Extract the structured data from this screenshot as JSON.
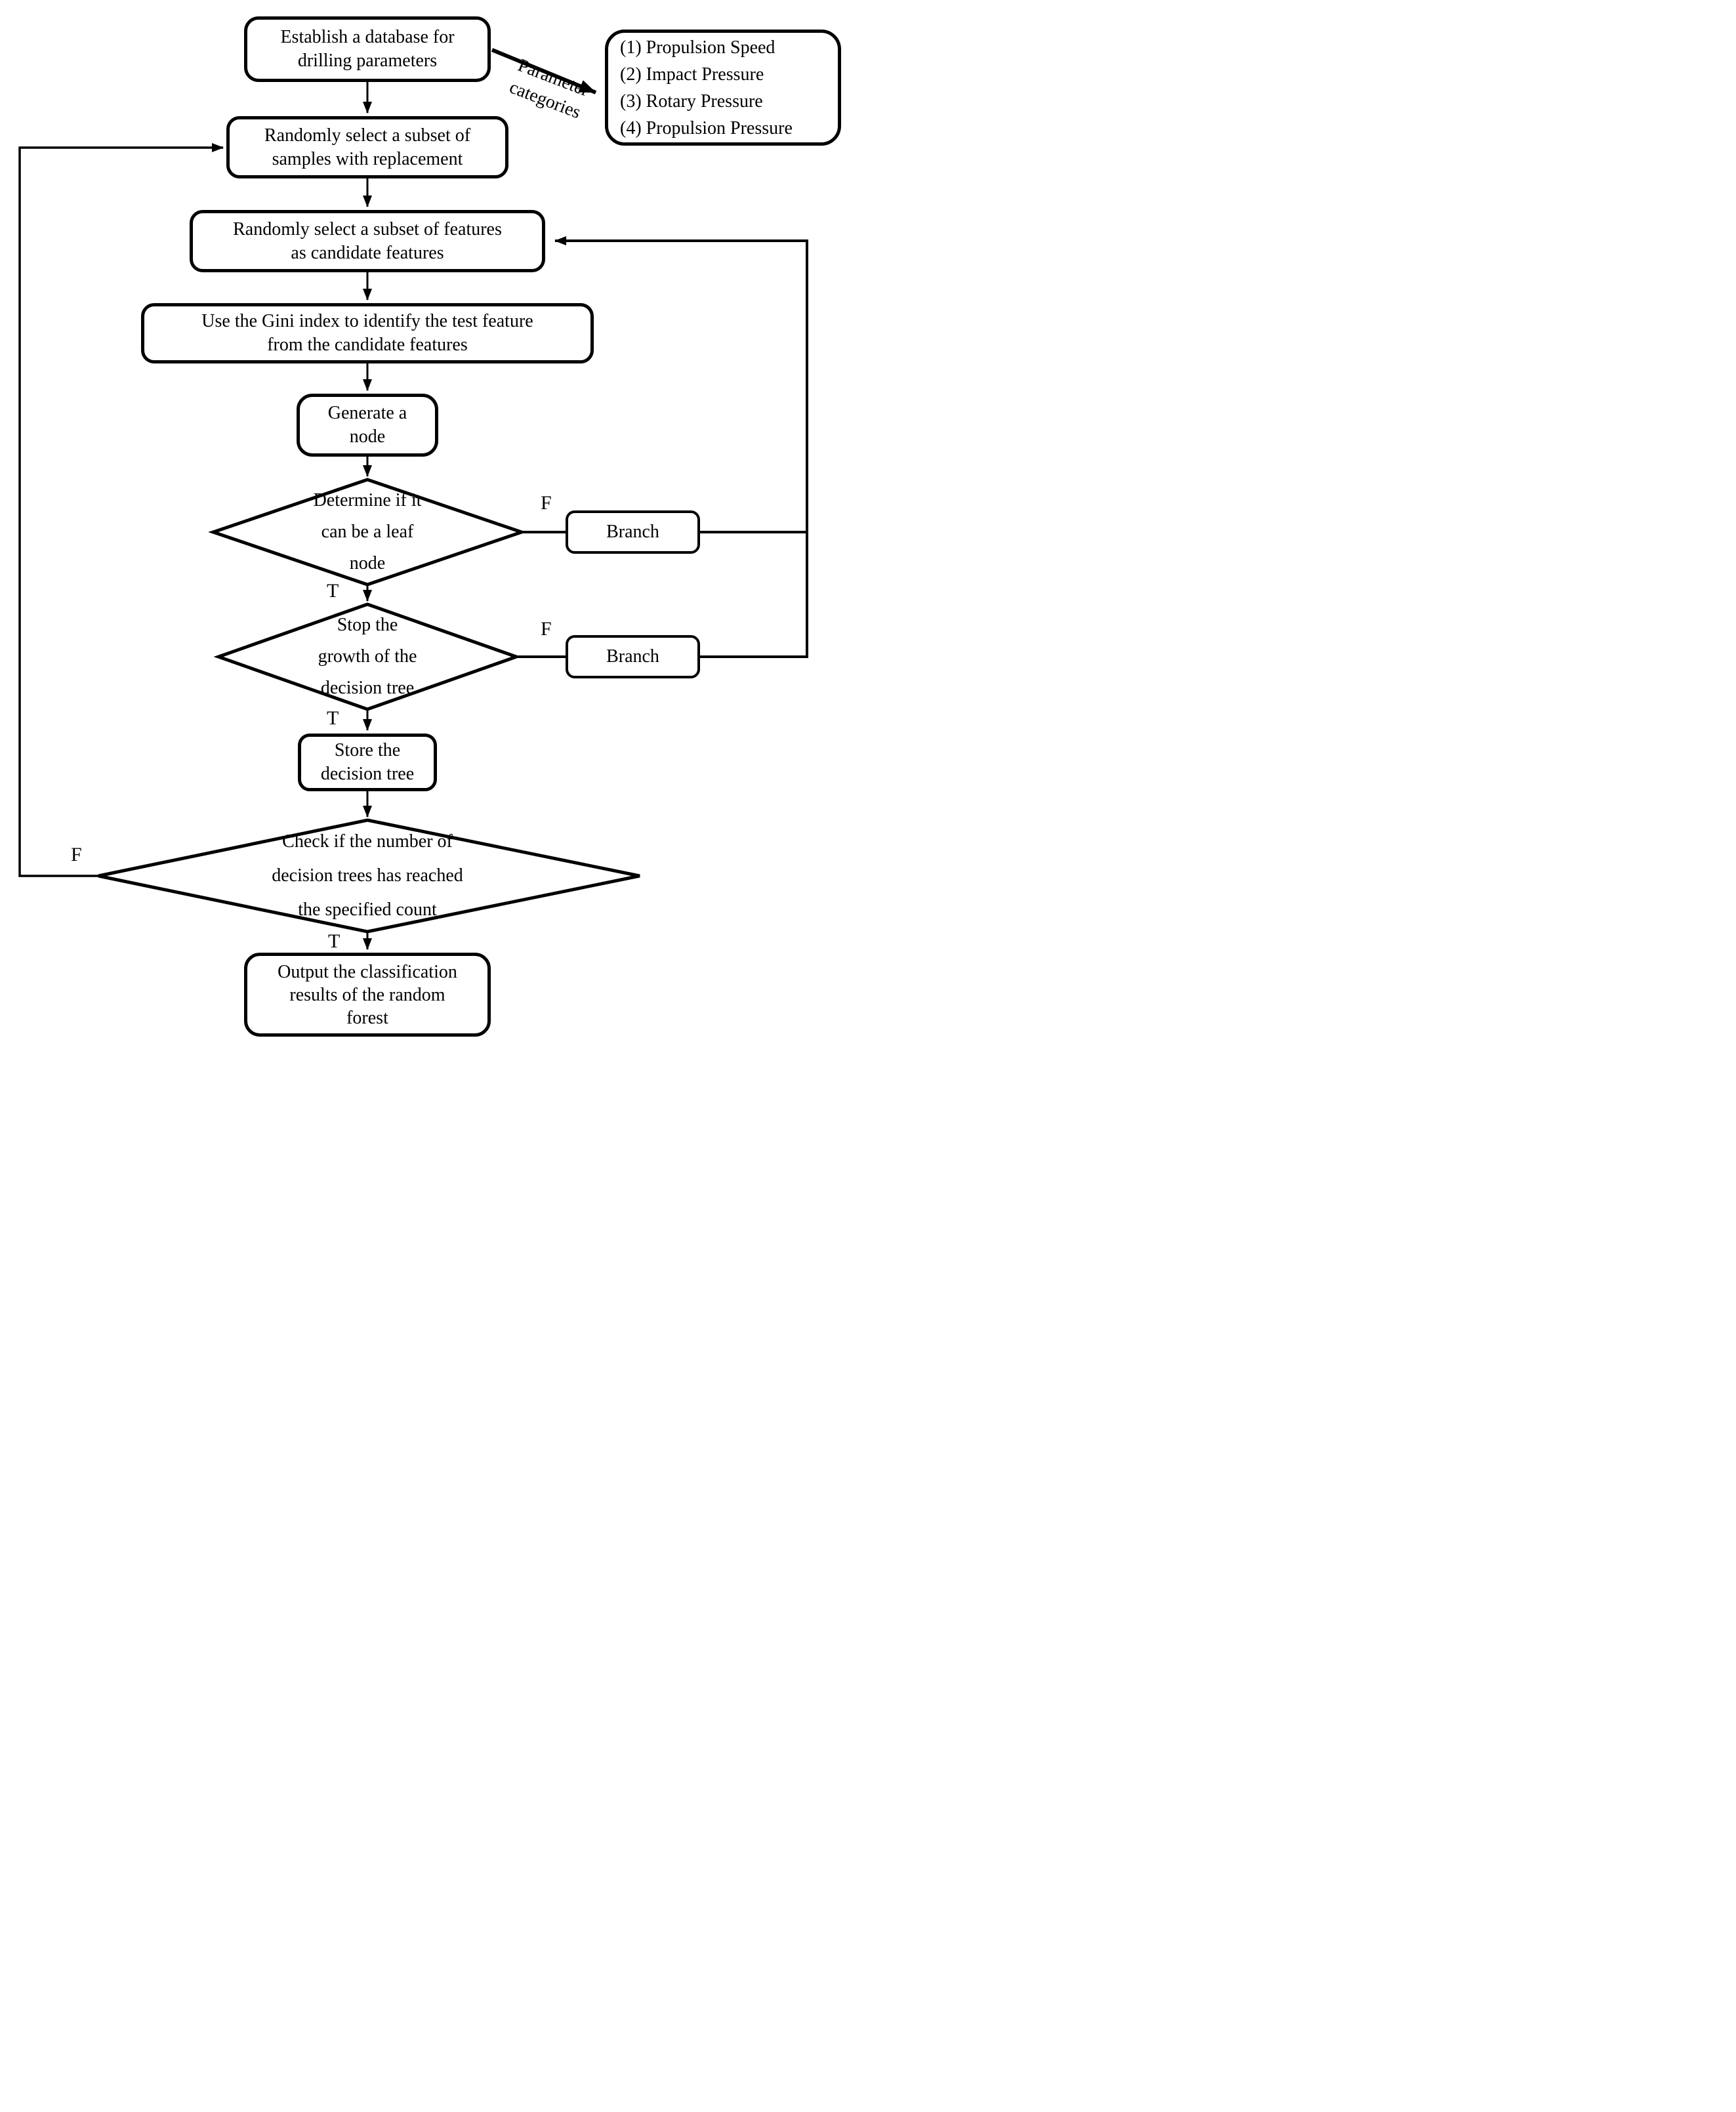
{
  "colors": {
    "line": "#000000",
    "background": "#ffffff"
  },
  "edge_labels": {
    "true": "T",
    "false": "F"
  },
  "nodes": {
    "establish_db": {
      "lines": [
        "Establish a database for",
        "drilling parameters"
      ]
    },
    "param_categories": {
      "lines": [
        "(1) Propulsion Speed",
        "(2) Impact Pressure",
        "(3) Rotary Pressure",
        "(4) Propulsion Pressure"
      ]
    },
    "param_arrow_label": {
      "lines": [
        "Parameter",
        "categories"
      ]
    },
    "select_samples": {
      "lines": [
        "Randomly select a subset of",
        "samples with replacement"
      ]
    },
    "select_features": {
      "lines": [
        "Randomly select a subset of features",
        "as candidate features"
      ]
    },
    "gini_index": {
      "lines": [
        "Use the Gini index to identify the test feature",
        "from the candidate features"
      ]
    },
    "generate_node": {
      "lines": [
        "Generate a",
        "node"
      ]
    },
    "leaf_decision": {
      "lines": [
        "Determine if it",
        "can be a leaf",
        "node"
      ]
    },
    "branch_upper": {
      "label": "Branch"
    },
    "stop_decision": {
      "lines": [
        "Stop the",
        "growth of the",
        "decision tree"
      ]
    },
    "branch_lower": {
      "label": "Branch"
    },
    "store_tree": {
      "lines": [
        "Store the",
        "decision tree"
      ]
    },
    "count_decision": {
      "lines": [
        "Check if the number of",
        "decision trees has reached",
        "the specified count"
      ]
    },
    "output_result": {
      "lines": [
        "Output the classification",
        "results of the random",
        "forest"
      ]
    }
  }
}
